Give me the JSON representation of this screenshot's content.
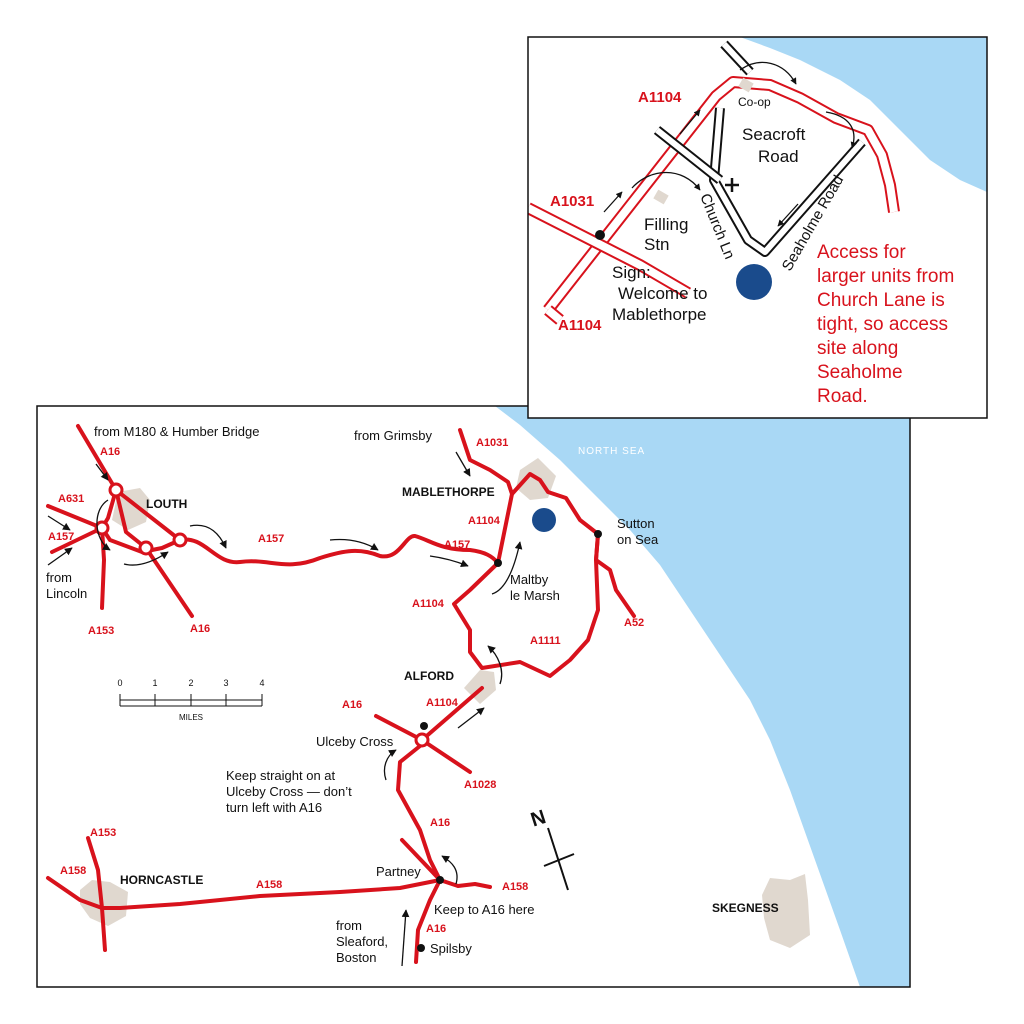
{
  "main_map": {
    "sea_label": "NORTH SEA",
    "towns": {
      "louth": "LOUTH",
      "mablethorpe": "MABLETHORPE",
      "alford": "ALFORD",
      "horncastle": "HORNCASTLE",
      "skegness": "SKEGNESS"
    },
    "places": {
      "from_m180": "from M180 & Humber Bridge",
      "from_grimsby": "from Grimsby",
      "from_lincoln_1": "from",
      "from_lincoln_2": "Lincoln",
      "sutton_1": "Sutton",
      "sutton_2": "on Sea",
      "maltby_1": "Maltby",
      "maltby_2": "le Marsh",
      "ulceby_cross": "Ulceby Cross",
      "keep_straight_1": "Keep straight on at",
      "keep_straight_2": "Ulceby Cross — don’t",
      "keep_straight_3": "turn left with A16",
      "partney": "Partney",
      "keep_a16": "Keep to A16 here",
      "from_sleaford_1": "from",
      "from_sleaford_2": "Sleaford,",
      "from_sleaford_3": "Boston",
      "spilsby": "Spilsby"
    },
    "roads": {
      "a16_top": "A16",
      "a631": "A631",
      "a157_left": "A157",
      "a153_louth": "A153",
      "a16_louth_s": "A16",
      "a157_mid": "A157",
      "a157_right": "A157",
      "a1031": "A1031",
      "a1104_mab": "A1104",
      "a1104_mid": "A1104",
      "a52": "A52",
      "a1111": "A1111",
      "a16_ulceby": "A16",
      "a1104_alford": "A1104",
      "a1028": "A1028",
      "a16_south": "A16",
      "a153_horn": "A153",
      "a158_left": "A158",
      "a158_mid": "A158",
      "a158_right": "A158",
      "a16_bottom": "A16"
    },
    "scale": {
      "ticks": [
        "0",
        "1",
        "2",
        "3",
        "4"
      ],
      "unit": "MILES"
    },
    "north": "N",
    "colors": {
      "road": "#d8121c",
      "sea": "#a9d8f5",
      "town": "#e0d8cf",
      "site": "#1a4b8c"
    }
  },
  "inset": {
    "roads": {
      "a1104_top": "A1104",
      "a1031": "A1031",
      "a1104_bottom": "A1104"
    },
    "labels": {
      "coop": "Co-op",
      "seacroft_1": "Seacroft",
      "seacroft_2": "Road",
      "filling_1": "Filling",
      "filling_2": "Stn",
      "church_ln": "Church Ln",
      "seaholme_road": "Seaholme Road",
      "sign_1": "Sign:",
      "sign_2": "Welcome to",
      "sign_3": "Mablethorpe"
    },
    "note": [
      "Access for",
      "larger units from",
      "Church Lane is",
      "tight, so access",
      "site along",
      "Seaholme",
      "Road."
    ]
  }
}
